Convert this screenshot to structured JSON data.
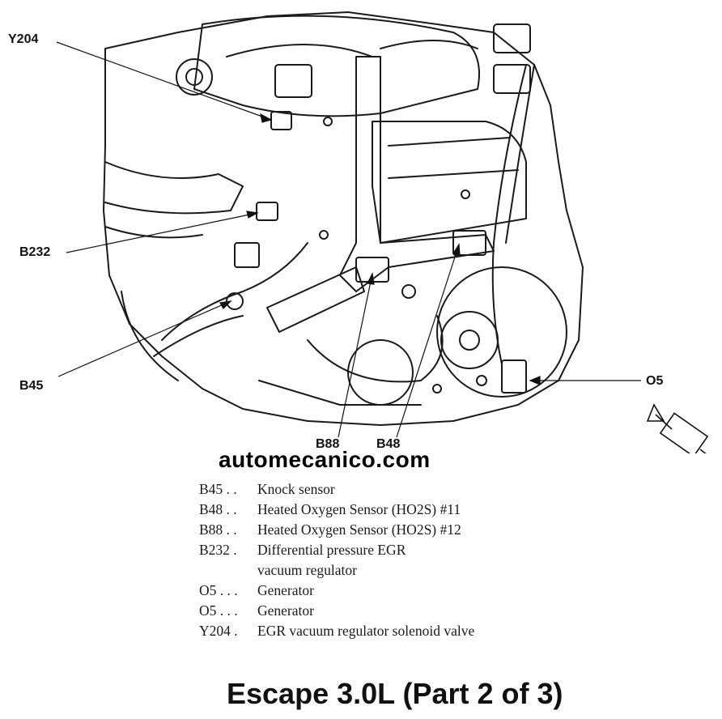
{
  "callouts": {
    "y204": "Y204",
    "b232": "B232",
    "b45": "B45",
    "b88": "B88",
    "b48": "B48",
    "o5": "O5"
  },
  "watermark": "automecanico.com",
  "legend": [
    {
      "code": "B45 . .",
      "desc": "Knock sensor"
    },
    {
      "code": "B48 . .",
      "desc": "Heated Oxygen Sensor (HO2S) #11"
    },
    {
      "code": "B88 . .",
      "desc": "Heated Oxygen Sensor (HO2S) #12"
    },
    {
      "code": "B232 .",
      "desc": "Differential pressure EGR"
    },
    {
      "code": "",
      "desc": "vacuum regulator"
    },
    {
      "code": "O5 . . .",
      "desc": "Generator"
    },
    {
      "code": "O5 . . .",
      "desc": "Generator"
    },
    {
      "code": "Y204 .",
      "desc": "EGR vacuum regulator solenoid valve"
    }
  ],
  "title": "Escape 3.0L (Part 2 of 3)"
}
